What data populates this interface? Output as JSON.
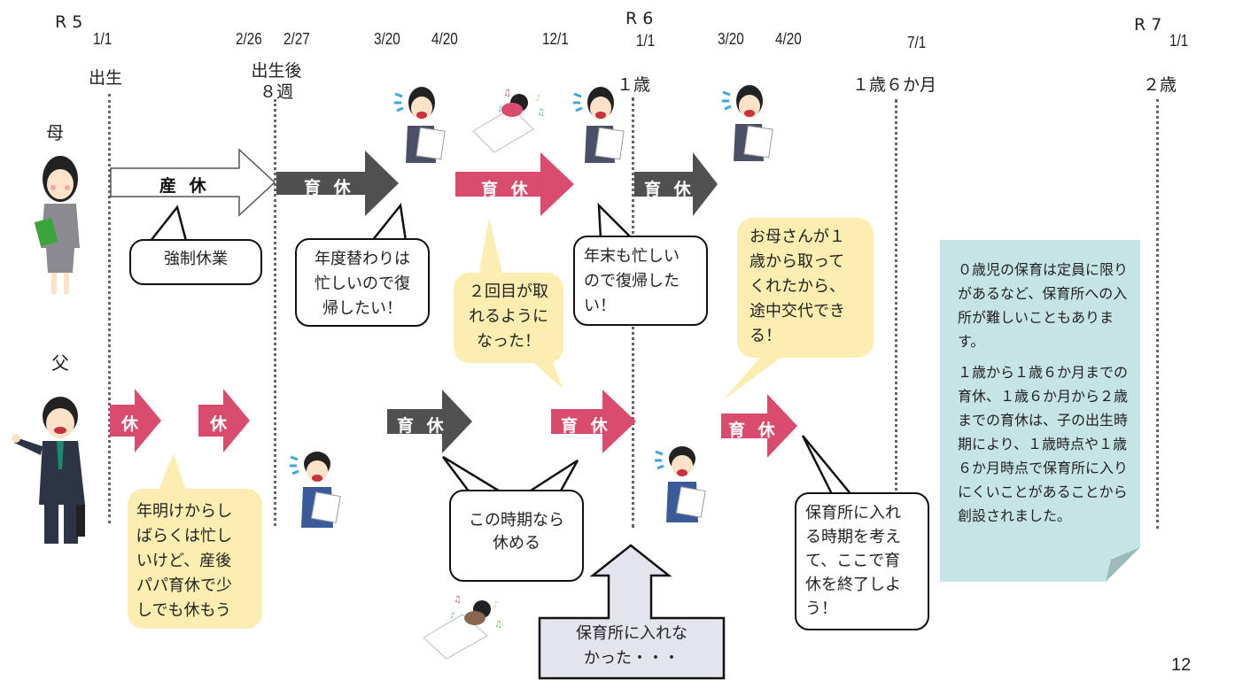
{
  "timeline": {
    "eras": [
      {
        "label": "R 5"
      },
      {
        "label": "R 6"
      },
      {
        "label": "R 7"
      }
    ],
    "dates": [
      "1/1",
      "2/26",
      "2/27",
      "3/20",
      "4/20",
      "12/1",
      "1/1",
      "3/20",
      "4/20",
      "7/1",
      "1/1"
    ],
    "milestones": [
      "出生",
      "出生後\n８週",
      "１歳",
      "１歳６か月",
      "２歳"
    ]
  },
  "people": {
    "mother": "母",
    "father": "父"
  },
  "arrows": {
    "maternity": "産 休",
    "mother_leave_1": "育 休",
    "mother_leave_2": "育 休",
    "mother_leave_3": "育 休",
    "father_short_1": "休",
    "father_short_2": "休",
    "father_leave_1": "育 休",
    "father_leave_2": "育 休",
    "father_leave_3": "育 休"
  },
  "colors": {
    "pink": "#d94c6e",
    "dark": "#505050",
    "yellow_bubble": "#fbeeb0",
    "note_bg": "#c6e4e6",
    "callout_bg": "#e4e4ee"
  },
  "bubbles": {
    "forced_leave": "強制休業",
    "fiscal_year_busy": "年度替わりは\n忙しいので復\n帰したい！",
    "second_time": "２回目が取\nれるように\nなった！",
    "year_end_busy": "年末も忙しい\nので復帰した\nい！",
    "mother_from_one": "お母さんが１\n歳から取って\nくれたから、\n途中交代でき\nる！",
    "father_new_year": "年明けからし\nばらくは忙し\nいけど、産後\nパパ育休で少\nしでも休もう",
    "this_period": "この時期なら\n休める",
    "nursery_timing": "保育所に入れ\nる時期を考え\nて、ここで育\n休を終了しよ\nう！",
    "nursery_failed": "保育所に入れな\nかった・・・"
  },
  "note": {
    "paragraphs": [
      "０歳児の保育は定員に限りがあるなど、保育所への入所が難しいこともあります。",
      "１歳から１歳６か月までの育休、１歳６か月から２歳までの育休は、子の出生時期により、１歳時点や１歳６か月時点で保育所に入りにくいことがあることから創設されました。"
    ]
  },
  "page_number": "12"
}
